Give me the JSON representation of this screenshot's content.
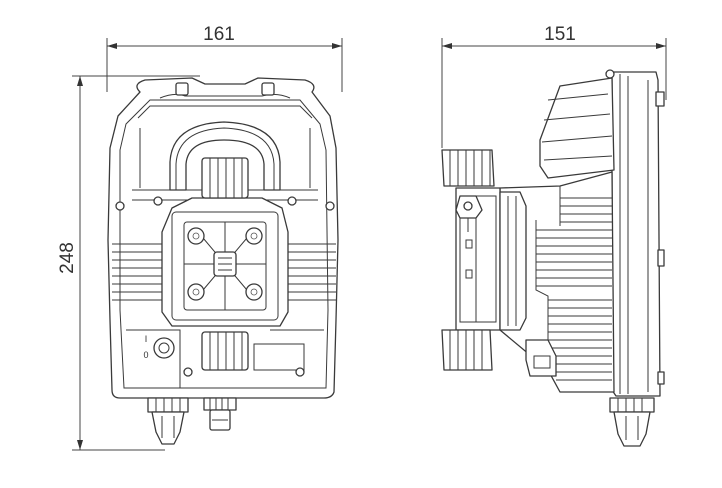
{
  "dimensions": {
    "front_width": "161",
    "side_depth": "151",
    "height": "248"
  },
  "views": [
    {
      "name": "front-view",
      "switch_marks": [
        "I",
        "0"
      ]
    },
    {
      "name": "side-view"
    }
  ],
  "colors": {
    "line": "#3a3a3a",
    "background": "#ffffff"
  }
}
